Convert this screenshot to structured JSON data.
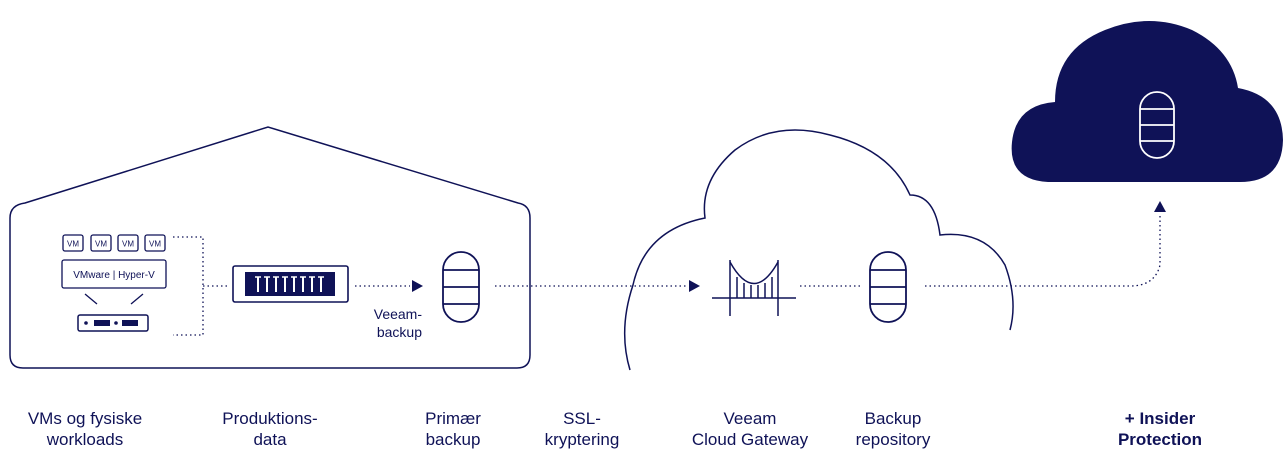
{
  "diagram": {
    "vm_chips": [
      "VM",
      "VM",
      "VM",
      "VM"
    ],
    "hypervisor_label": "VMware | Hyper-V",
    "veeam_backup_label": [
      "Veeam-",
      "backup"
    ]
  },
  "captions": [
    {
      "lines": [
        "VMs og fysiske",
        "workloads"
      ],
      "bold": false
    },
    {
      "lines": [
        "Produktions-",
        "data"
      ],
      "bold": false
    },
    {
      "lines": [
        "Primær",
        "backup"
      ],
      "bold": false
    },
    {
      "lines": [
        "SSL-",
        "kryptering"
      ],
      "bold": false
    },
    {
      "lines": [
        "Veeam",
        "Cloud Gateway"
      ],
      "bold": false
    },
    {
      "lines": [
        "Backup",
        "repository"
      ],
      "bold": false
    },
    {
      "lines": [
        "+ Insider",
        "Protection"
      ],
      "bold": true
    }
  ],
  "colors": {
    "navy": "#0f1257",
    "white": "#ffffff"
  }
}
